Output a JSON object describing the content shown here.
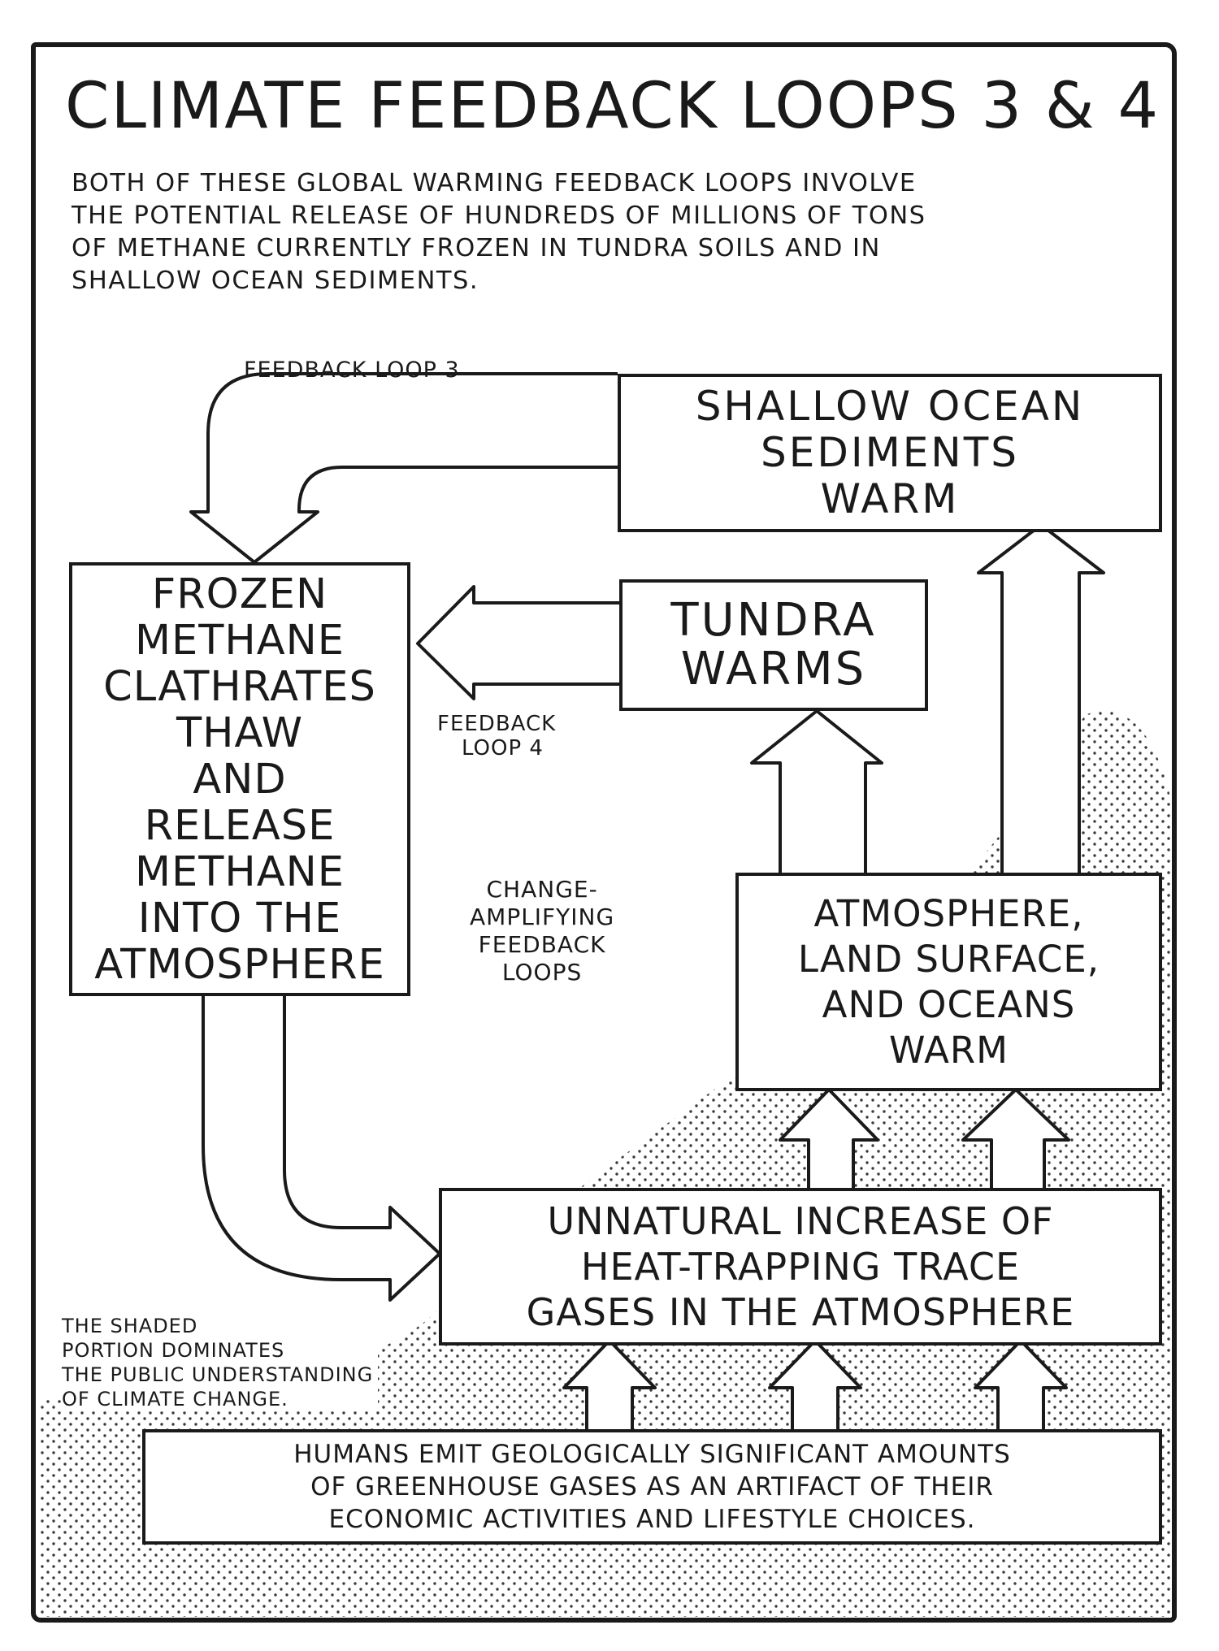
{
  "title": "CLIMATE FEEDBACK LOOPS 3 & 4",
  "intro_lines": [
    "BOTH OF THESE GLOBAL WARMING FEEDBACK LOOPS INVOLVE",
    "THE POTENTIAL RELEASE OF HUNDREDS OF MILLIONS OF TONS",
    "OF METHANE CURRENTLY FROZEN IN TUNDRA SOILS AND IN",
    "SHALLOW OCEAN SEDIMENTS."
  ],
  "labels": {
    "loop3": "FEEDBACK LOOP 3",
    "loop4": [
      "FEEDBACK",
      "LOOP 4"
    ],
    "center": [
      "CHANGE-",
      "AMPLIFYING",
      "FEEDBACK",
      "LOOPS"
    ],
    "shaded_note": [
      "THE SHADED",
      "PORTION DOMINATES",
      "THE PUBLIC UNDERSTANDING",
      "OF CLIMATE CHANGE."
    ]
  },
  "boxes": {
    "sediments": [
      "SHALLOW OCEAN",
      "SEDIMENTS",
      "WARM"
    ],
    "methane": [
      "FROZEN",
      "METHANE",
      "CLATHRATES",
      "THAW",
      "AND",
      "RELEASE",
      "METHANE",
      "INTO THE",
      "ATMOSPHERE"
    ],
    "tundra": [
      "TUNDRA",
      "WARMS"
    ],
    "warming": [
      "ATMOSPHERE,",
      "LAND SURFACE,",
      "AND OCEANS",
      "WARM"
    ],
    "gases": [
      "UNNATURAL INCREASE OF",
      "HEAT-TRAPPING TRACE",
      "GASES IN THE ATMOSPHERE"
    ],
    "humans": [
      "HUMANS EMIT GEOLOGICALLY SIGNIFICANT AMOUNTS",
      "OF GREENHOUSE GASES AS AN ARTIFACT OF THEIR",
      "ECONOMIC ACTIVITIES AND LIFESTYLE CHOICES."
    ]
  },
  "colors": {
    "ink": "#1a1a1a",
    "paper": "#ffffff",
    "stipple": "#3a3a3a"
  }
}
